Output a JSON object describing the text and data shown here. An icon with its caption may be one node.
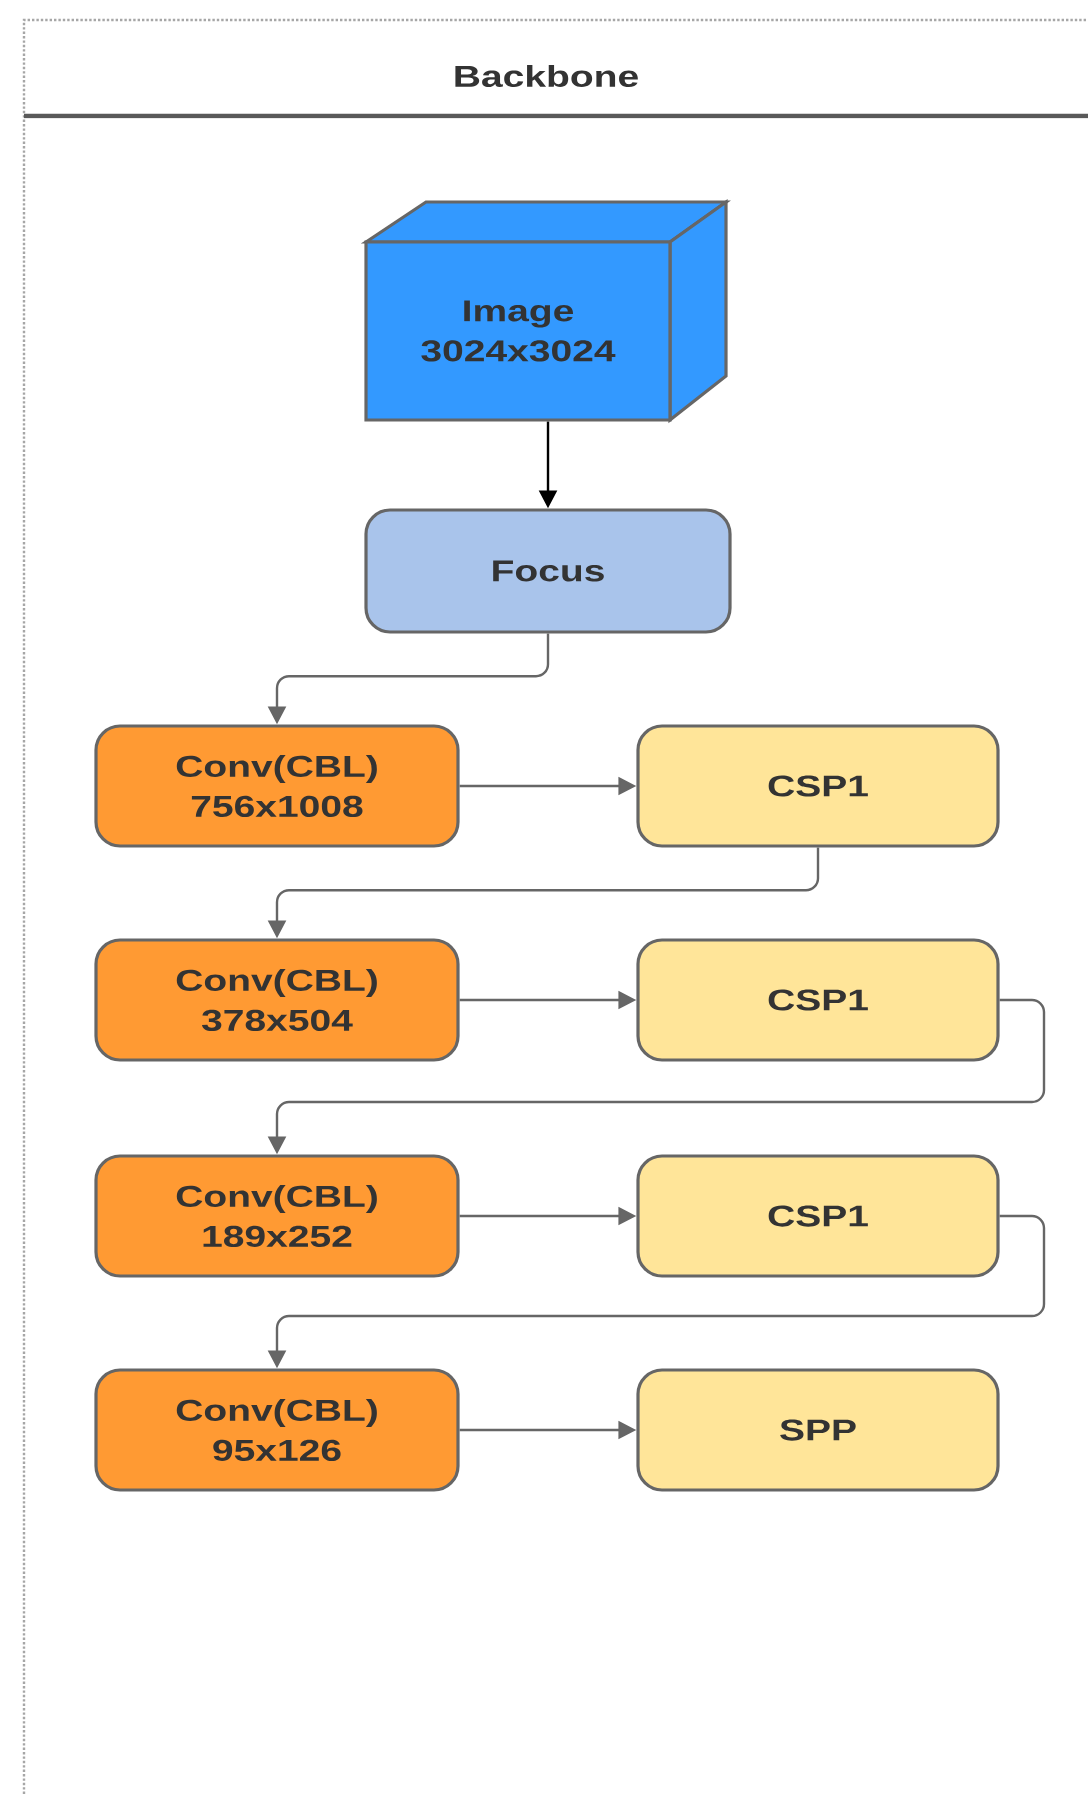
{
  "diagram": {
    "nodes": [
      {
        "text": [
          "Backbone"
        ]
      },
      {
        "text": [
          "Image 3024x3024"
        ],
        "in": 0
      },
      {
        "text": [
          "Focus"
        ],
        "in": 0
      },
      {
        "text": [
          "Conv(CBL) 756x1008"
        ],
        "in": 0
      },
      {
        "text": [
          "CSP1"
        ],
        "in": 0
      },
      {
        "text": [
          "Conv(CBL) 378x504"
        ],
        "in": 0
      },
      {
        "text": [
          "CSP1"
        ],
        "in": 0
      },
      {
        "text": [
          "Conv(CBL) 189x252"
        ],
        "in": 0
      },
      {
        "text": [
          "CSP1"
        ],
        "in": 0
      },
      {
        "text": [
          "Conv(CBL) 95x126"
        ],
        "in": 0
      },
      {
        "text": [
          "SPP"
        ],
        "in": 0
      }
    ],
    "edges": [
      {
        "from": 1,
        "to": 2,
        "arrow": "to",
        "color": "#000000"
      },
      {
        "from": 2,
        "to": 3,
        "arrow": "to"
      },
      {
        "from": 3,
        "to": 4,
        "arrow": "to"
      },
      {
        "from": 4,
        "to": 5,
        "arrow": "to"
      },
      {
        "from": 5,
        "to": 6,
        "arrow": "to"
      },
      {
        "from": 6,
        "to": 7,
        "arrow": "to"
      },
      {
        "from": 7,
        "to": 8,
        "arrow": "to"
      },
      {
        "from": 8,
        "to": 9,
        "arrow": "to"
      },
      {
        "from": 9,
        "to": 10,
        "arrow": "to"
      }
    ]
  }
}
